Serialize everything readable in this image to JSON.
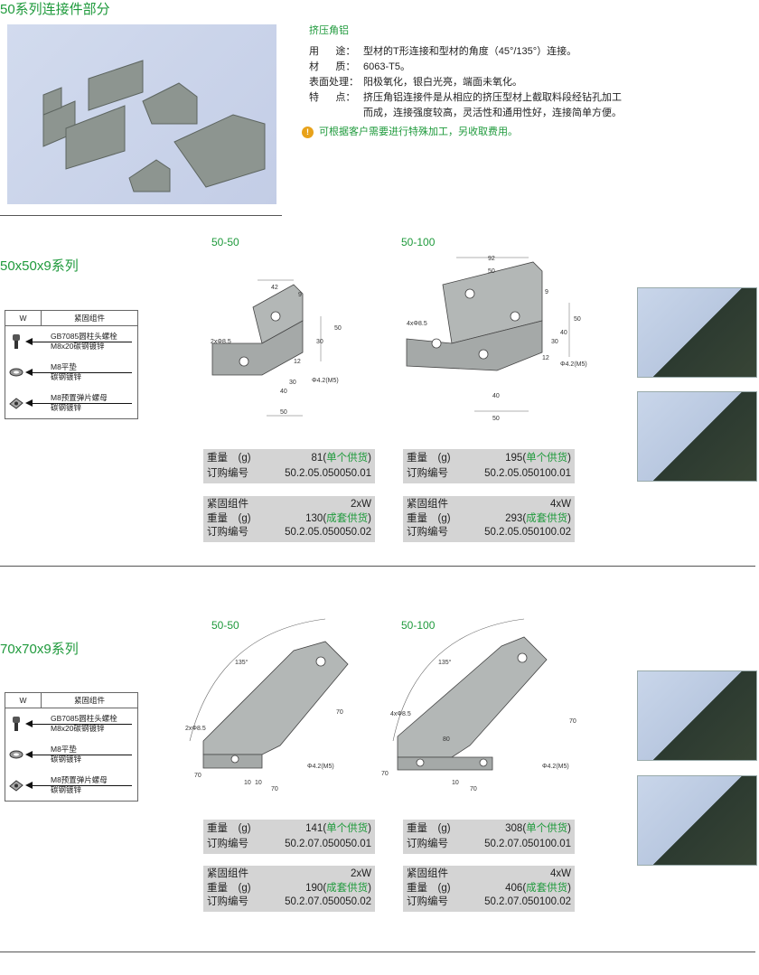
{
  "page_title": "50系列连接件部分",
  "intro": {
    "heading": "挤压角铝",
    "rows": [
      {
        "k": "用      途：",
        "v": "型材的T形连接和型材的角度（45°/135°）连接。"
      },
      {
        "k": "材      质：",
        "v": "6063-T5。"
      },
      {
        "k": "表面处理：",
        "v": "阳极氧化，银白光亮，端面未氧化。"
      },
      {
        "k": "特      点：",
        "v": "挤压角铝连接件是从相应的挤压型材上截取料段经钻孔加工"
      },
      {
        "k": "",
        "v": "而成，连接强度较高，灵活性和通用性好，连接简单方便。"
      }
    ],
    "notice": "可根据客户需要进行特殊加工，另收取费用。",
    "notice_color": "#e8a21a"
  },
  "fastener_table": {
    "col_w": "W",
    "col_name": "紧固组件",
    "items": [
      {
        "icon": "bolt-icon",
        "l1": "GB7085圆柱头螺栓",
        "l2": "M8x20碳钢镀锌"
      },
      {
        "icon": "washer-icon",
        "l1": "M8平垫",
        "l2": "碳钢镀锌"
      },
      {
        "icon": "nut-icon",
        "l1": "M8预置弹片螺母",
        "l2": "碳钢镀锌"
      }
    ]
  },
  "labels": {
    "weight": "重量　(g)",
    "order": "订购编号",
    "fastener": "紧固组件",
    "single": "单个供货",
    "set": "成套供货"
  },
  "sections": [
    {
      "title": "50x50x9系列",
      "products": [
        {
          "name": "50-50",
          "dims": [
            "42",
            "9",
            "50",
            "12",
            "40",
            "30",
            "50",
            "2xΦ8.5",
            "Φ4.2(M5)",
            "30"
          ],
          "w1": "81",
          "o1": "50.2.05.050050.01",
          "fq": "2xW",
          "w2": "130",
          "o2": "50.2.05.050050.02"
        },
        {
          "name": "50-100",
          "dims": [
            "92",
            "50",
            "9",
            "50",
            "40",
            "30",
            "40",
            "50",
            "4xΦ8.5",
            "Φ4.2(M5)",
            "12"
          ],
          "w1": "195",
          "o1": "50.2.05.050100.01",
          "fq": "4xW",
          "w2": "293",
          "o2": "50.2.05.050100.02"
        }
      ]
    },
    {
      "title": "70x70x9系列",
      "products": [
        {
          "name": "50-50",
          "dims": [
            "135°",
            "2xΦ8.5",
            "70",
            "10",
            "10",
            "70",
            "Φ4.2(M5)",
            "70"
          ],
          "w1": "141",
          "o1": "50.2.07.050050.01",
          "fq": "2xW",
          "w2": "190",
          "o2": "50.2.07.050050.02"
        },
        {
          "name": "50-100",
          "dims": [
            "135°",
            "4xΦ8.5",
            "70",
            "80",
            "10",
            "70",
            "Φ4.2(M5)",
            "70"
          ],
          "w1": "308",
          "o1": "50.2.07.050100.01",
          "fq": "4xW",
          "w2": "406",
          "o2": "50.2.07.050100.02"
        }
      ]
    }
  ]
}
